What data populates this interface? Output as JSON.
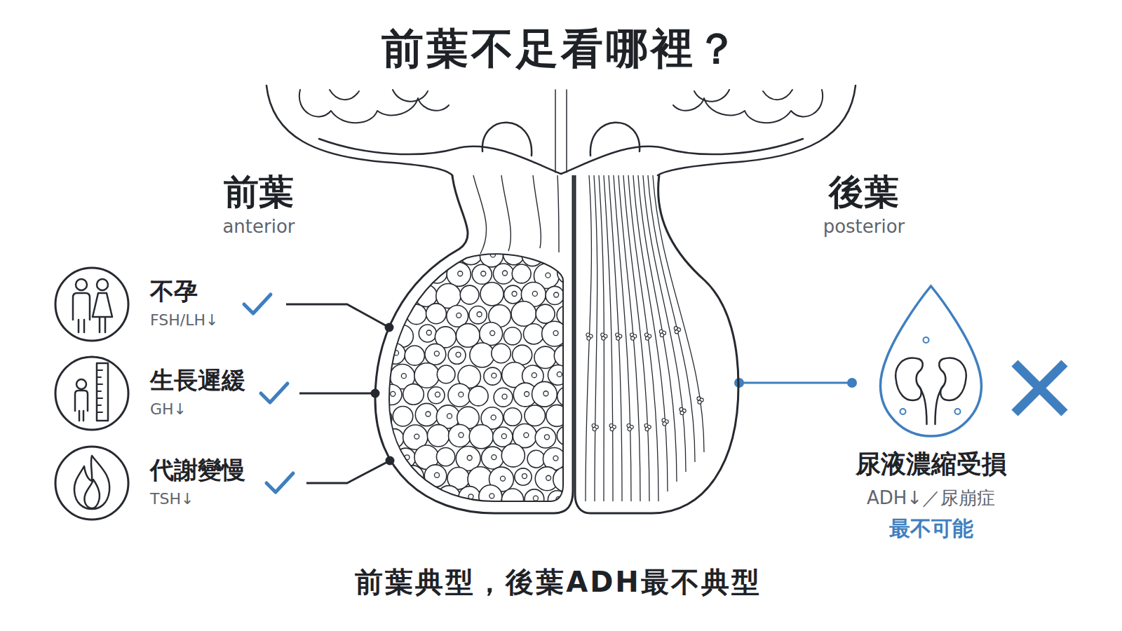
{
  "diagram": {
    "title": "前葉不足看哪裡？",
    "caption": "前葉典型，後葉ADH最不典型",
    "nodes": [
      {
        "text": [
          "前葉",
          "anterior"
        ]
      },
      {
        "text": [
          "後葉",
          "posterior"
        ]
      },
      {
        "text": [
          "不孕",
          "FSH/LH↓"
        ]
      },
      {
        "text": [
          "生長遲緩",
          "GH↓"
        ]
      },
      {
        "text": [
          "代謝變慢",
          "TSH↓"
        ]
      },
      {
        "text": [
          "尿液濃縮受損",
          "ADH↓／尿崩症",
          "最不可能"
        ]
      }
    ],
    "edges": [
      {
        "from": 2,
        "to": 0,
        "arrow": "none"
      },
      {
        "from": 3,
        "to": 0,
        "arrow": "none"
      },
      {
        "from": 4,
        "to": 0,
        "arrow": "none"
      },
      {
        "from": 1,
        "to": 5,
        "arrow": "none"
      }
    ]
  }
}
